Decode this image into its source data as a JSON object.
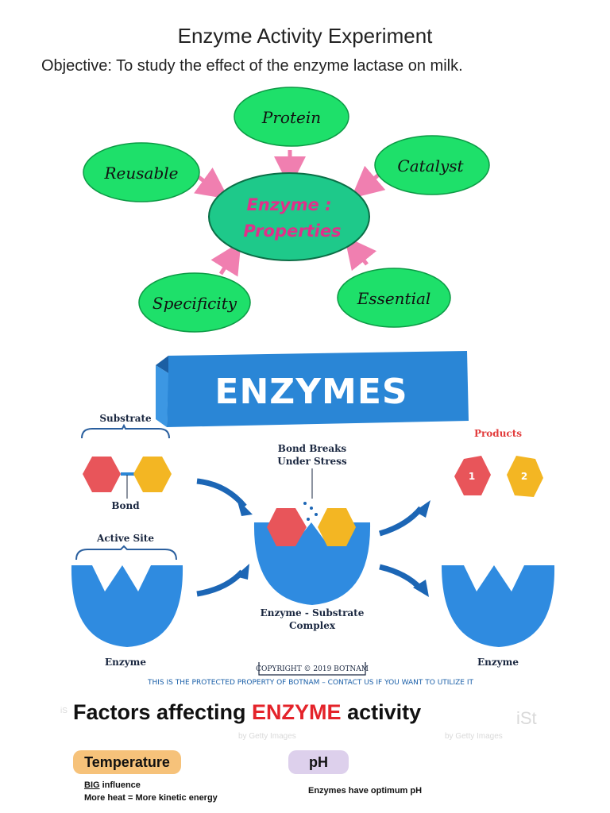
{
  "header": {
    "title": "Enzyme Activity Experiment",
    "objective": "Objective: To study the effect of the enzyme lactase on milk."
  },
  "properties_diagram": {
    "center_line1": "Enzyme :",
    "center_line2": "Properties",
    "nodes": [
      "Protein",
      "Catalyst",
      "Reusable",
      "Specificity",
      "Essential"
    ],
    "colors": {
      "ellipse_fill": "#1ee06a",
      "center_fill": "#1ec98a",
      "arrow": "#f07fb0",
      "center_text": "#e0308a"
    }
  },
  "enzymes_diagram": {
    "banner_title": "ENZYMES",
    "labels": {
      "substrate": "Substrate",
      "bond": "Bond",
      "active_site": "Active Site",
      "enzyme_left": "Enzyme",
      "bond_breaks_1": "Bond Breaks",
      "bond_breaks_2": "Under Stress",
      "complex_1": "Enzyme - Substrate",
      "complex_2": "Complex",
      "products": "Products",
      "product_1": "1",
      "product_2": "2",
      "enzyme_right": "Enzyme"
    },
    "copyright": "COPYRIGHT © 2019 BOTNAM",
    "protected_notice": "THIS IS THE PROTECTED PROPERTY OF BOTNAM – CONTACT US IF YOU WANT TO UTILIZE IT",
    "colors": {
      "banner": "#2a86d6",
      "enzyme": "#2f8be0",
      "red_hex": "#e8555a",
      "yellow_hex": "#f3b623"
    }
  },
  "factors": {
    "title_prefix": "Factors affecting ",
    "title_accent": "ENZYME",
    "title_suffix": " activity",
    "temperature_label": "Temperature",
    "ph_label": "pH",
    "big_word": "BIG",
    "influence_text": " influence",
    "heat_text": "More heat = More kinetic energy",
    "ph_text": "Enzymes have optimum pH",
    "watermark": "by Getty Images"
  }
}
